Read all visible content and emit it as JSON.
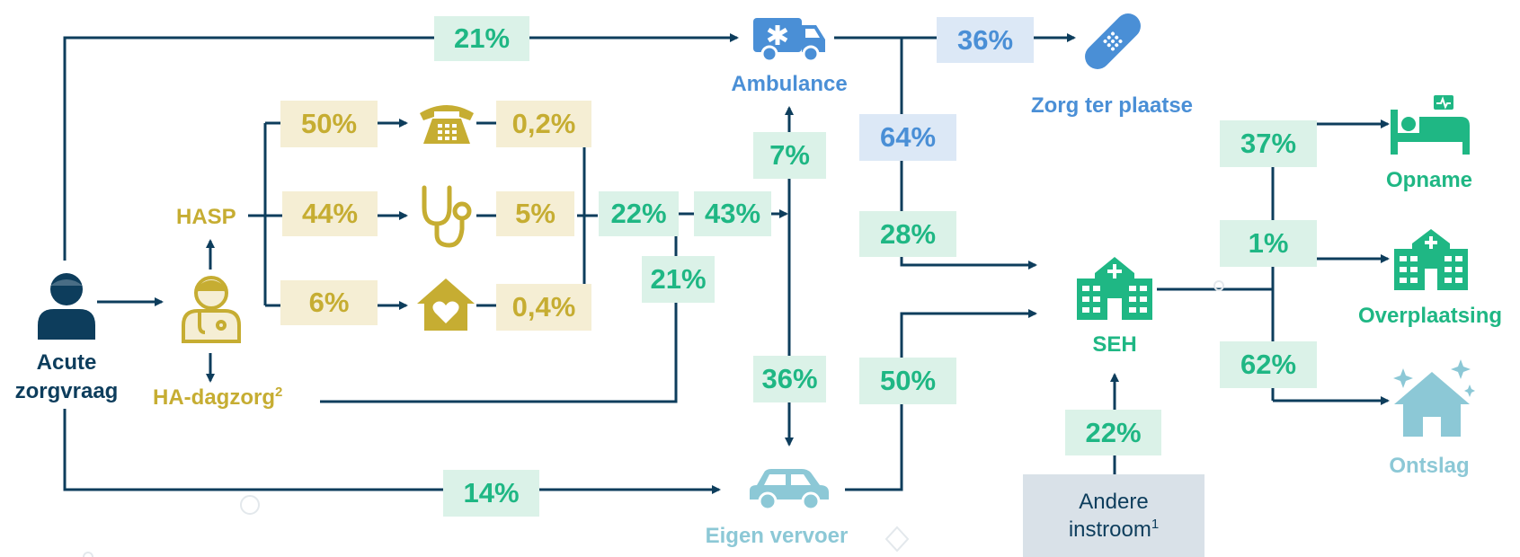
{
  "nodes": {
    "acute": {
      "line1": "Acute",
      "line2": "zorgvraag"
    },
    "hasp": "HASP",
    "ha_dagzorg": {
      "text": "HA-dagzorg",
      "sup": "2"
    },
    "ambulance": "Ambulance",
    "zorg_ter_plaatse": "Zorg ter plaatse",
    "eigen_vervoer": "Eigen vervoer",
    "seh": "SEH",
    "opname": "Opname",
    "overplaatsing": "Overplaatsing",
    "ontslag": "Ontslag",
    "andere_instroom": {
      "line1": "Andere",
      "line2": "instroom",
      "sup": "1"
    }
  },
  "flows": {
    "acute_to_ambulance": "21%",
    "acute_to_eigen_vervoer": "14%",
    "hasp_phone": "50%",
    "hasp_stethoscope": "44%",
    "hasp_home": "6%",
    "phone_out": "0,2%",
    "stethoscope_out": "5%",
    "home_out": "0,4%",
    "combined": "22%",
    "dagzorg": "21%",
    "to_junction": "43%",
    "junction_to_ambulance": "7%",
    "junction_to_eigen_vervoer": "36%",
    "ambulance_on_site": "36%",
    "ambulance_branch": "64%",
    "ambulance_to_seh": "28%",
    "eigen_vervoer_to_seh": "50%",
    "andere_instroom_to_seh": "22%",
    "seh_opname": "37%",
    "seh_overplaatsing": "1%",
    "seh_ontslag": "62%"
  },
  "colors": {
    "line": "#0d3d5c",
    "green": "#1fb784",
    "yellow": "#c6ad32",
    "blue": "#4a8fd6",
    "teal": "#8cc8d6",
    "navy": "#0d3d5c"
  },
  "icons": [
    "person-icon",
    "doctor-icon",
    "phone-icon",
    "stethoscope-icon",
    "home-heart-icon",
    "ambulance-icon",
    "bandage-icon",
    "car-icon",
    "hospital-icon",
    "hospital-bed-icon",
    "ontslag-home-icon"
  ]
}
